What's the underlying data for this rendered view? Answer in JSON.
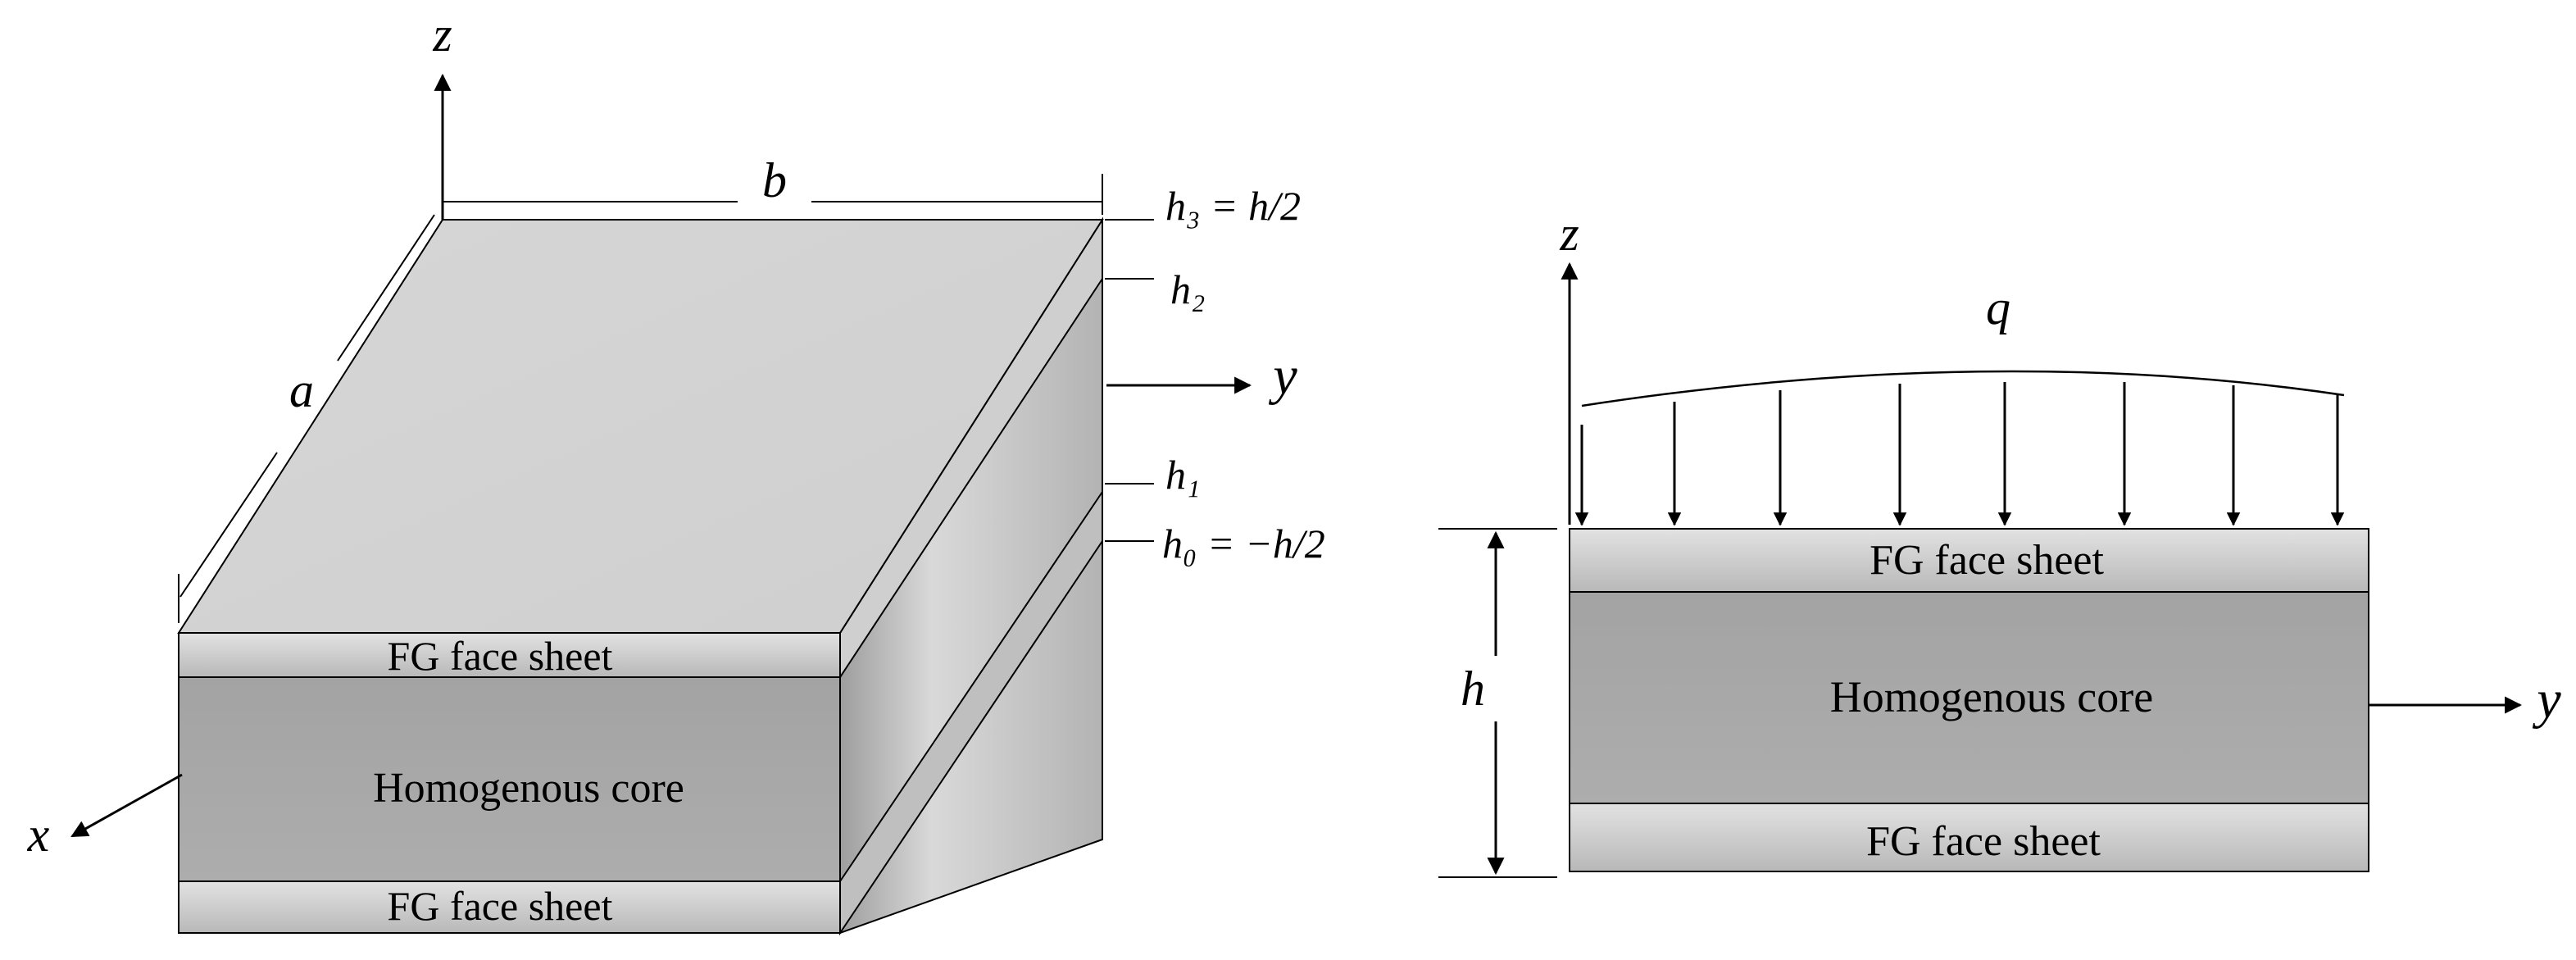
{
  "left_view": {
    "axis_z": "z",
    "axis_y": "y",
    "axis_x": "x",
    "dim_a": "a",
    "dim_b": "b",
    "h3_label": "h₃ = h/2",
    "h2_label": "h₂",
    "h1_label": "h₁",
    "h0_label": "h₀ = −h/2",
    "top_sheet": "FG face sheet",
    "core": "Homogenous core",
    "bottom_sheet": "FG face sheet"
  },
  "right_view": {
    "axis_z": "z",
    "axis_y": "y",
    "load": "q",
    "thickness": "h",
    "top_sheet": "FG face sheet",
    "core": "Homogenous core",
    "bottom_sheet": "FG face sheet"
  },
  "colors": {
    "top_surface": "#d3d3d3",
    "face_sheet": "#c4c4c4",
    "core": "#a9a9a9",
    "side_face": "#bdbdbd",
    "line": "#000000"
  }
}
